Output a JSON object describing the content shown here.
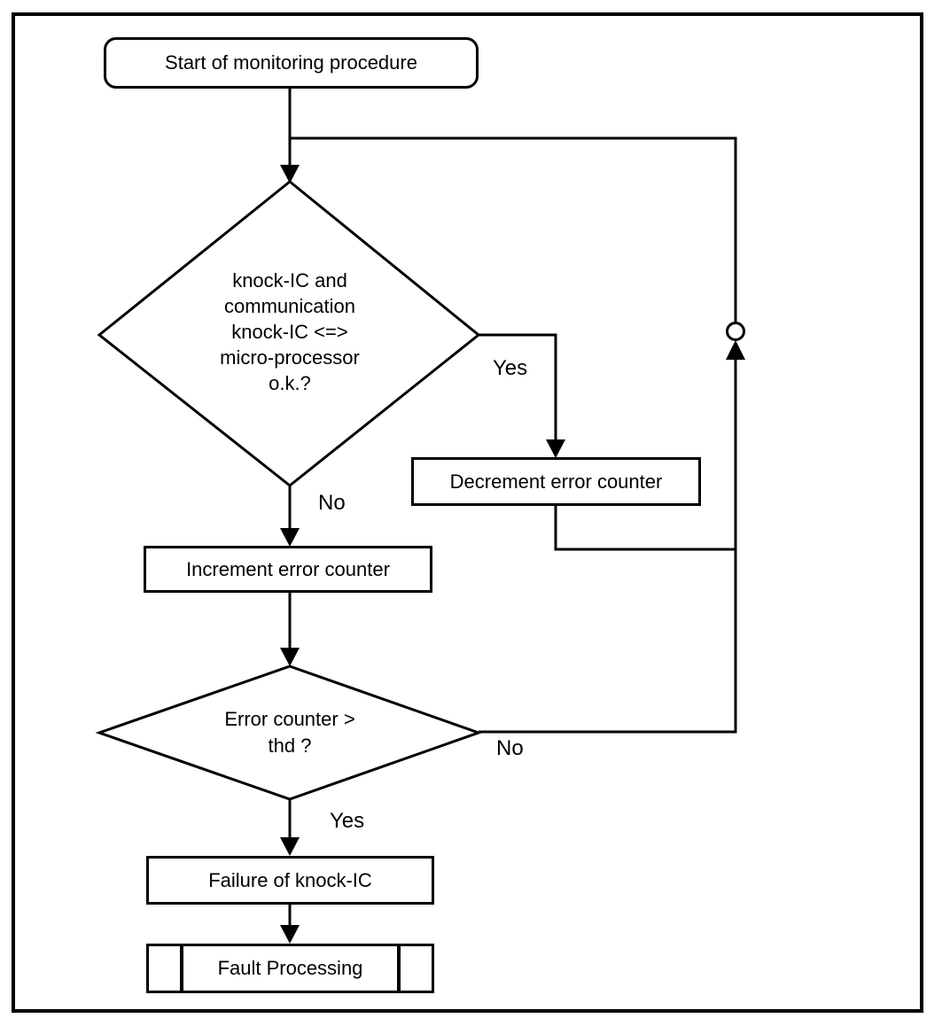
{
  "flowchart": {
    "nodes": {
      "start": {
        "label": "Start of monitoring procedure",
        "shape": "rounded-rect"
      },
      "decision1": {
        "label": "knock-IC and\ncommunication\nknock-IC <=>\nmicro-processor\no.k.?",
        "shape": "diamond"
      },
      "decrement": {
        "label": "Decrement error counter",
        "shape": "rect"
      },
      "increment": {
        "label": "Increment error counter",
        "shape": "rect"
      },
      "decision2": {
        "label": "Error counter >\nthd ?",
        "shape": "diamond"
      },
      "failure": {
        "label": "Failure of knock-IC",
        "shape": "rect"
      },
      "fault": {
        "label": "Fault Processing",
        "shape": "predefined-process"
      }
    },
    "edge_labels": {
      "decision1_yes": "Yes",
      "decision1_no": "No",
      "decision2_no": "No",
      "decision2_yes": "Yes"
    },
    "connector": {
      "type": "merge-circle"
    },
    "colors": {
      "line": "#000000",
      "background": "#ffffff",
      "text": "#000000"
    }
  }
}
